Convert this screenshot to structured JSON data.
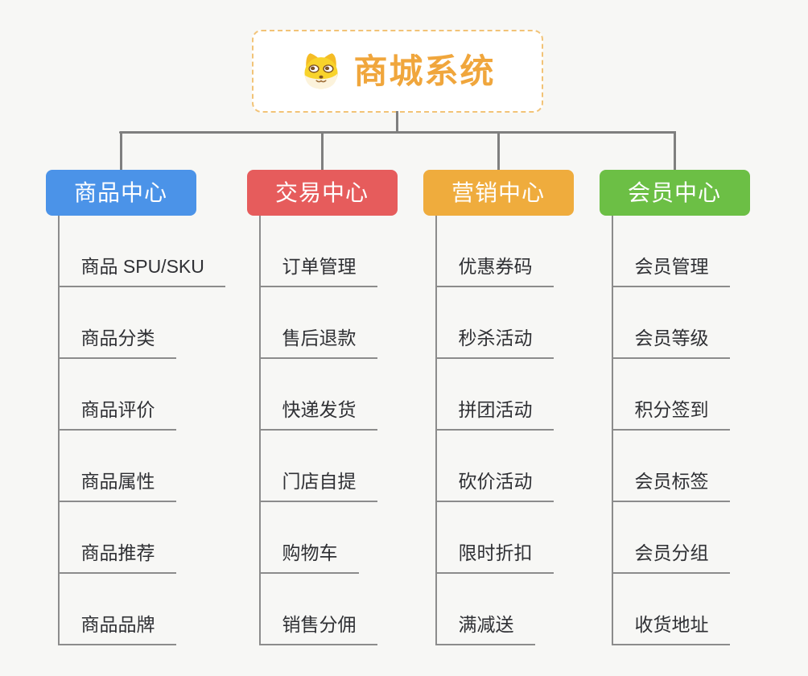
{
  "root": {
    "title": "商城系统",
    "icon": "doge-icon"
  },
  "branches": [
    {
      "label": "商品中心",
      "color": "#4B93E8",
      "items": [
        "商品 SPU/SKU",
        "商品分类",
        "商品评价",
        "商品属性",
        "商品推荐",
        "商品品牌"
      ]
    },
    {
      "label": "交易中心",
      "color": "#E65C5C",
      "items": [
        "订单管理",
        "售后退款",
        "快递发货",
        "门店自提",
        "购物车",
        "销售分佣"
      ]
    },
    {
      "label": "营销中心",
      "color": "#EFAC3D",
      "items": [
        "优惠券码",
        "秒杀活动",
        "拼团活动",
        "砍价活动",
        "限时折扣",
        "满减送"
      ]
    },
    {
      "label": "会员中心",
      "color": "#6CBF45",
      "items": [
        "会员管理",
        "会员等级",
        "积分签到",
        "会员标签",
        "会员分组",
        "收货地址"
      ]
    }
  ],
  "colors": {
    "background": "#F7F7F5",
    "connector": "#7F7F7F",
    "leaf_line": "#8C8C8C",
    "leaf_text": "#2F3034",
    "branch_text": "#FFFFFF",
    "root_text": "#F0A63C",
    "root_border": "#F2C377"
  }
}
